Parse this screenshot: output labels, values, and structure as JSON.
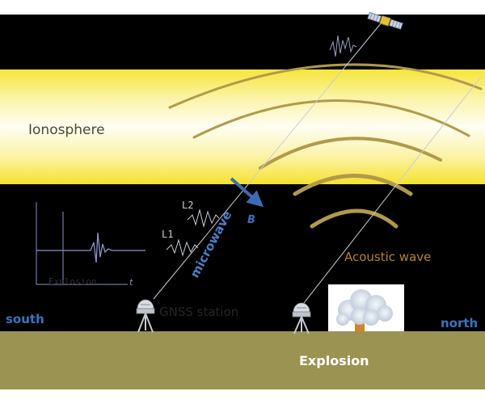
{
  "labels": {
    "ionosphere": "Ionosphere",
    "acoustic_wave": "Acoustic wave",
    "gnss_station": "GNSS station",
    "microwave": "microwave",
    "south": "south",
    "north": "north",
    "explosion_ground": "Explosion",
    "inset_x_label": "Explosion",
    "inset_t_label": "t",
    "signal_l1": "L1",
    "signal_l2": "L2",
    "magnetic_field": "B"
  },
  "colors": {
    "background": "#000000",
    "ionosphere_core": "#fffde8",
    "ionosphere_edge": "#f3e227",
    "acoustic_arc": "#b09a4a",
    "ground": "#9b9352",
    "label_blue": "#3a73c0",
    "microwave_text": "#4a7fc8",
    "b_arrow": "#3b6db4",
    "inset_signal": "#8a94c8",
    "acoustic_label": "#b08b18",
    "ionosphere_label": "#4a4a2a",
    "explosion_label": "#ffffff"
  },
  "icons": {
    "satellite": "satellite-icon",
    "antenna_station_1": "gnss-antenna-icon",
    "antenna_station_2": "gnss-antenna-icon",
    "explosion_cloud": "explosion-cloud-icon"
  }
}
